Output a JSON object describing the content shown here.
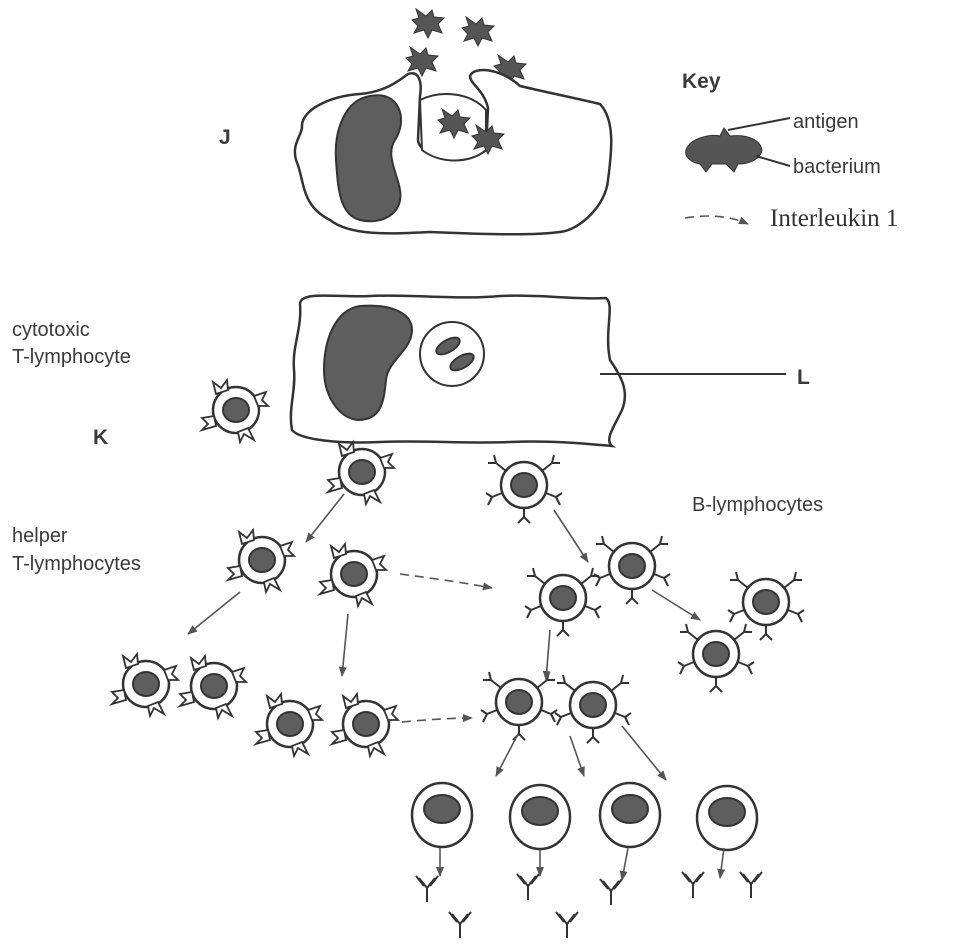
{
  "labels": {
    "j": "J",
    "k": "K",
    "l": "L",
    "key_title": "Key",
    "key_antigen": "antigen",
    "key_bacterium": "bacterium",
    "key_interleukin": "Interleukin 1",
    "cytotoxic_line1": "cytotoxic",
    "cytotoxic_line2": "T-lymphocyte",
    "helper_line1": "helper",
    "helper_line2": "T-lymphocytes",
    "b_lymphocytes": "B-lymphocytes"
  },
  "colors": {
    "ink": "#333333",
    "nucleus": "#5e5e5e",
    "arrow": "#555555"
  }
}
